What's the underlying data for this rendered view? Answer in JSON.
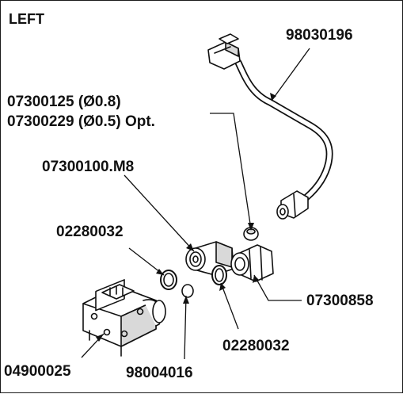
{
  "corner_label": "LEFT",
  "parts": {
    "tube_line": "98030196",
    "jet_a": "07300125 (Ø0.8)",
    "jet_b": "07300229 (Ø0.5) Opt.",
    "fitting_left": "07300100.M8",
    "washer_left": "02280032",
    "fitting_right": "07300858",
    "washer_right": "02280032",
    "valve_body": "04900025",
    "o_ring": "98004016"
  },
  "colors": {
    "ink": "#111111",
    "fill": "#ffffff",
    "shade": "#d9d9d9"
  }
}
